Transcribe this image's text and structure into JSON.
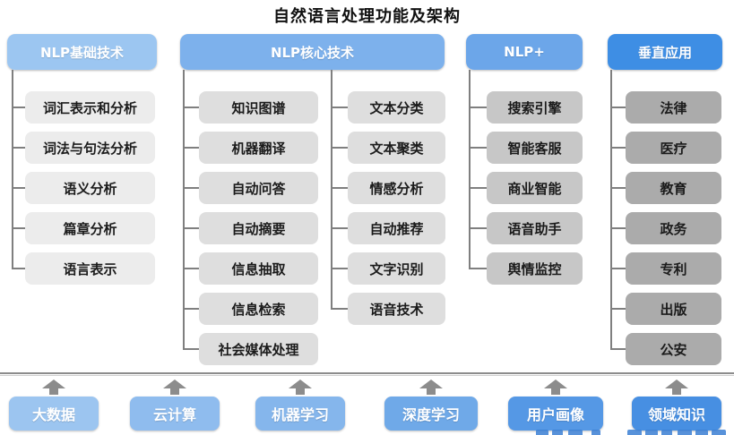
{
  "title": "自然语言处理功能及架构",
  "columns": [
    {
      "header": "NLP基础技术",
      "header_color": "#9cc6f1",
      "item_color": "#ececec",
      "items": [
        "词汇表示和分析",
        "词法与句法分析",
        "语义分析",
        "篇章分析",
        "语言表示"
      ]
    },
    {
      "header": "NLP核心技术",
      "header_color": "#7db1ec",
      "item_color": "#dedede",
      "items_left": [
        "知识图谱",
        "机器翻译",
        "自动问答",
        "自动摘要",
        "信息抽取",
        "信息检索",
        "社会媒体处理"
      ],
      "items_right": [
        "文本分类",
        "文本聚类",
        "情感分析",
        "自动推荐",
        "文字识别",
        "语音技术"
      ]
    },
    {
      "header": "NLP+",
      "header_color": "#6ca6e9",
      "item_color": "#c7c7c7",
      "items": [
        "搜索引擎",
        "智能客服",
        "商业智能",
        "语音助手",
        "舆情监控"
      ]
    },
    {
      "header": "垂直应用",
      "header_color": "#3e8ee4",
      "item_color": "#ababab",
      "items": [
        "法律",
        "医疗",
        "教育",
        "政务",
        "专利",
        "出版",
        "公安"
      ]
    }
  ],
  "foundation": [
    {
      "label": "大数据",
      "color": "#9cc5f0"
    },
    {
      "label": "云计算",
      "color": "#8fbcee"
    },
    {
      "label": "机器学习",
      "color": "#85b6ec"
    },
    {
      "label": "深度学习",
      "color": "#6fa9e8"
    },
    {
      "label": "用户画像",
      "color": "#5598e5"
    },
    {
      "label": "领域知识",
      "color": "#478fe2"
    }
  ],
  "colors": {
    "connector": "#7f7f7f",
    "arrow": "#8c8c8c",
    "separator": "#8c8c8c",
    "watermark": "#3b7fd4"
  }
}
